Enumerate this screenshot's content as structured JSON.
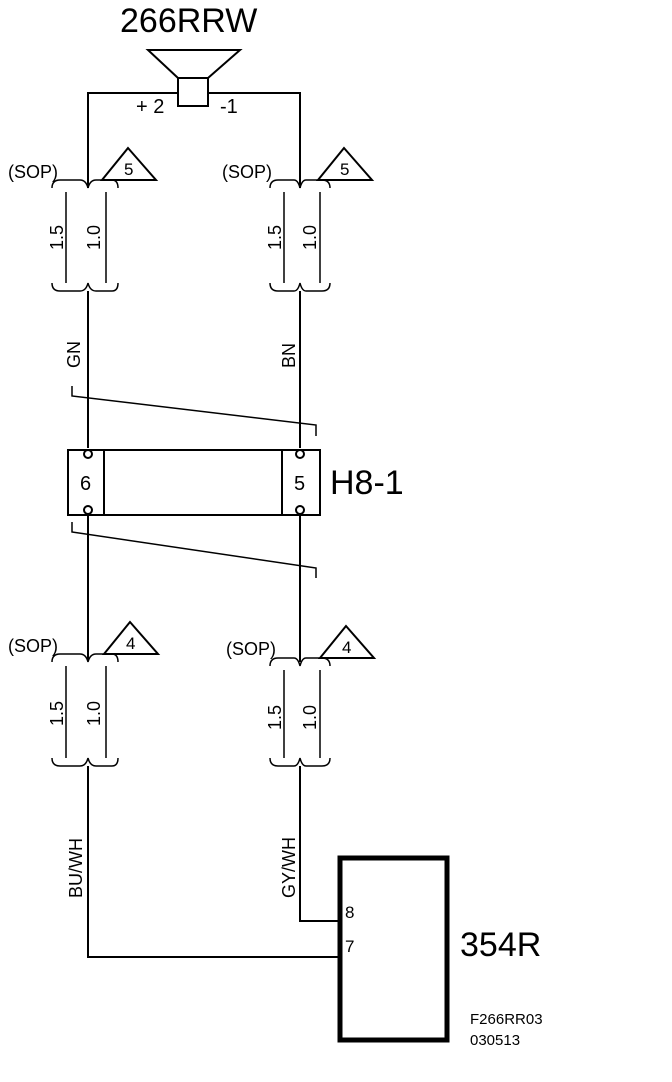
{
  "components": {
    "speaker": {
      "id": "266RRW",
      "pin_plus": "+ 2",
      "pin_minus": "-1"
    },
    "connector": {
      "id": "H8-1",
      "pin_left": "6",
      "pin_right": "5"
    },
    "module": {
      "id": "354R",
      "pin_top": "8",
      "pin_bottom": "7"
    }
  },
  "sop_label": "(SOP)",
  "twist_specs": {
    "left": "1.5",
    "right": "1.0"
  },
  "notes": {
    "upper": "5",
    "lower": "4"
  },
  "wires": {
    "upper_left": "GN",
    "upper_right": "BN",
    "lower_left": "BU/WH",
    "lower_right": "GY/WH"
  },
  "drawing_id": {
    "code": "F266RR03",
    "date": "030513"
  }
}
